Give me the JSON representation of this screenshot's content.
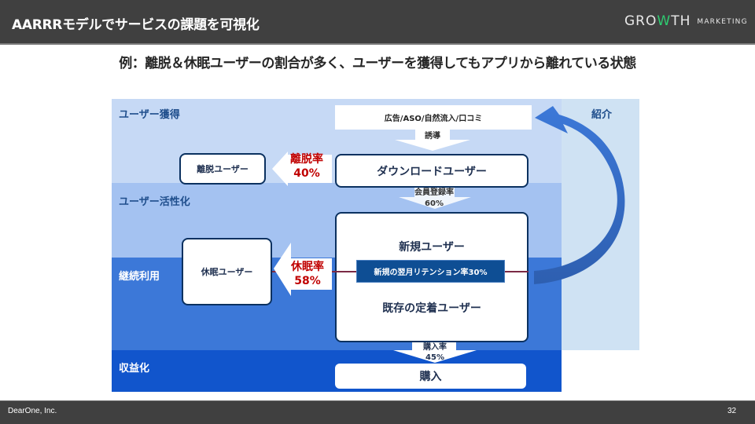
{
  "header": {
    "title": "AARRRモデルでサービスの課題を可視化",
    "logo_prefix": "GRO",
    "logo_w": "W",
    "logo_suffix": "TH",
    "logo_sub": "MARKETING"
  },
  "subtitle": "例：離脱＆休眠ユーザーの割合が多く、ユーザーを獲得してもアプリから離れている状態",
  "stages": {
    "acquisition": "ユーザー獲得",
    "activation": "ユーザー活性化",
    "retention": "継続利用",
    "revenue": "収益化",
    "referral": "紹介"
  },
  "flow": {
    "source": "広告/ASO/自然流入/口コミ",
    "induction_label": "誘導",
    "download_users": "ダウンロードユーザー",
    "registration_label": "会員登録率",
    "registration_rate": "60%",
    "new_users": "新規ユーザー",
    "retention_bar": "新規の翌月リテンション率30%",
    "existing_users": "既存の定着ユーザー",
    "purchase_label": "購入率",
    "purchase_rate": "45%",
    "purchase": "購入"
  },
  "churn": {
    "box": "離脱ユーザー",
    "label": "離脱率",
    "rate": "40%"
  },
  "dormant": {
    "box": "休眠ユーザー",
    "label": "休眠率",
    "rate": "58%"
  },
  "colors": {
    "band_acquisition": "#c6d9f5",
    "band_activation": "#a4c2f1",
    "band_retention": "#3c78d8",
    "band_revenue": "#1155cc",
    "referral_panel": "#cfe2f3",
    "box_border": "#0b3160",
    "rate_red": "#c00000",
    "logo_accent": "#2ecc71"
  },
  "footer": {
    "company": "DearOne, Inc.",
    "page_number": "32"
  }
}
